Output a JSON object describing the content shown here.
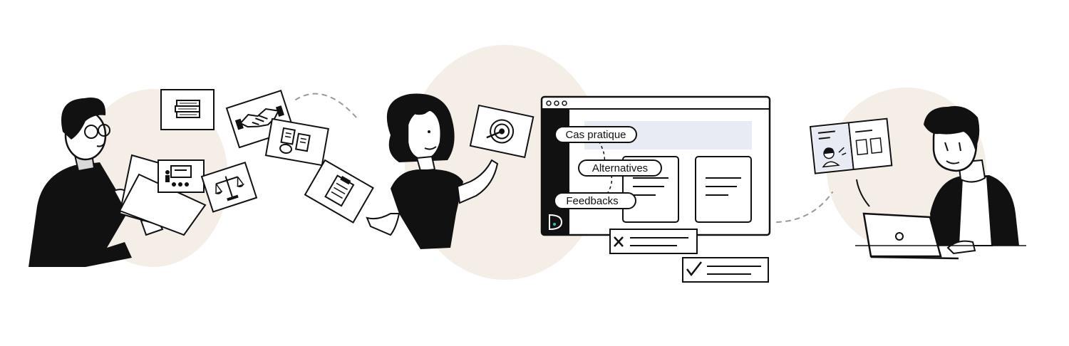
{
  "colors": {
    "ink": "#111111",
    "paper": "#ffffff",
    "blob": "#f4eee6",
    "highlight": "#e8ebf3",
    "skin_shade": "#d9d9d9",
    "accent": "#25c2b7"
  },
  "workflow_labels": {
    "case_study": "Cas pratique",
    "alternatives": "Alternatives",
    "feedbacks": "Feedbacks"
  },
  "icons": [
    "books-icon",
    "handshake-icon",
    "documents-chat-icon",
    "presentation-icon",
    "scales-icon",
    "checklist-icon",
    "target-icon",
    "cross-icon",
    "check-icon",
    "logo-d-icon",
    "video-call-icon"
  ]
}
